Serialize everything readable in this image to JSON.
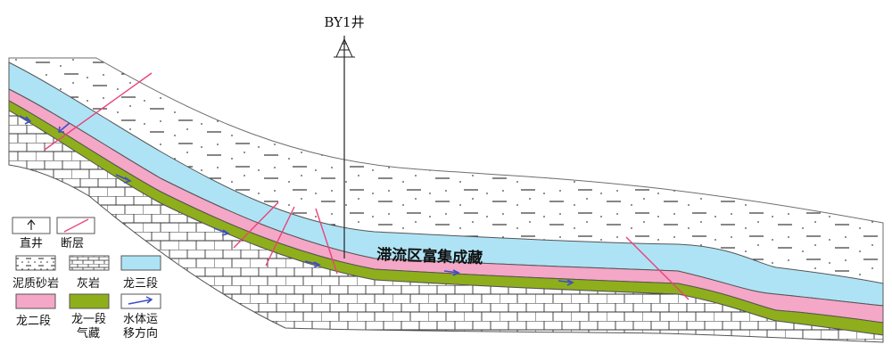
{
  "well": {
    "name": "BY1井"
  },
  "annotation": {
    "text": "滞流区富集成藏"
  },
  "legend": {
    "vertical_well": "直井",
    "fault": "断层",
    "muddy_sandstone": "泥质砂岩",
    "limestone": "灰岩",
    "long3": "龙三段",
    "long2": "龙二段",
    "long1_line1": "龙一段",
    "long1_line2": "气藏",
    "flow_line1": "水体运",
    "flow_line2": "移方向"
  },
  "colors": {
    "long3": "#aee3f5",
    "long2": "#f4a7c6",
    "long1": "#8fae1b",
    "fault": "#e8447a",
    "flow_arrow": "#3d4fc4",
    "outline": "#555555"
  }
}
